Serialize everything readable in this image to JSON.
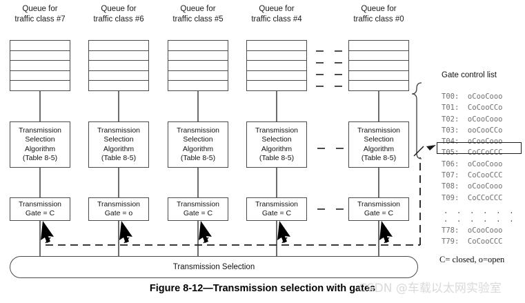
{
  "figure": {
    "caption": "Figure 8-12—Transmission selection with gates",
    "watermark": "CSDN @车载以太网实验室"
  },
  "columns": [
    {
      "header_line1": "Queue for",
      "header_line2": "traffic class #7",
      "tsa_line1": "Transmission",
      "tsa_line2": "Selection",
      "tsa_line3": "Algorithm",
      "tsa_line4": "(Table 8-5)",
      "gate_line1": "Transmission",
      "gate_line2": "Gate = C",
      "gate_state": "C"
    },
    {
      "header_line1": "Queue for",
      "header_line2": "traffic class #6",
      "tsa_line1": "Transmission",
      "tsa_line2": "Selection",
      "tsa_line3": "Algorithm",
      "tsa_line4": "(Table 8-5)",
      "gate_line1": "Transmission",
      "gate_line2": "Gate = o",
      "gate_state": "o"
    },
    {
      "header_line1": "Queue for",
      "header_line2": "traffic class #5",
      "tsa_line1": "Transmission",
      "tsa_line2": "Selection",
      "tsa_line3": "Algorithm",
      "tsa_line4": "(Table 8-5)",
      "gate_line1": "Transmission",
      "gate_line2": "Gate = C",
      "gate_state": "C"
    },
    {
      "header_line1": "Queue for",
      "header_line2": "traffic class #4",
      "tsa_line1": "Transmission",
      "tsa_line2": "Selection",
      "tsa_line3": "Algorithm",
      "tsa_line4": "(Table 8-5)",
      "gate_line1": "Transmission",
      "gate_line2": "Gate = C",
      "gate_state": "C"
    },
    {
      "header_line1": "Queue for",
      "header_line2": "traffic class #0",
      "tsa_line1": "Transmission",
      "tsa_line2": "Selection",
      "tsa_line3": "Algorithm",
      "tsa_line4": "(Table 8-5)",
      "gate_line1": "Transmission",
      "gate_line2": "Gate = C",
      "gate_state": "C"
    }
  ],
  "transmission_selection": {
    "label": "Transmission Selection"
  },
  "gate_control_list": {
    "title": "Gate control list",
    "entries": [
      {
        "time": "T00:",
        "states": "oCooCooo"
      },
      {
        "time": "T01:",
        "states": "CoCooCCo"
      },
      {
        "time": "T02:",
        "states": "oCooCooo"
      },
      {
        "time": "T03:",
        "states": "ooCooCCo"
      },
      {
        "time": "T04:",
        "states": "oCooCooo"
      },
      {
        "time": "T05:",
        "states": "CoCCoCCC"
      },
      {
        "time": "T06:",
        "states": "oCooCooo"
      },
      {
        "time": "T07:",
        "states": "CoCooCCC"
      },
      {
        "time": "T08:",
        "states": "oCooCooo"
      },
      {
        "time": "T09:",
        "states": "CoCCoCCC"
      }
    ],
    "highlighted_index": 5,
    "ellipsis": "· · · · · · · · · · · ·",
    "tail_entries": [
      {
        "time": "T78:",
        "states": "oCooCooo"
      },
      {
        "time": "T79:",
        "states": "CoCooCCC"
      }
    ],
    "legend": "C= closed, o=open"
  }
}
